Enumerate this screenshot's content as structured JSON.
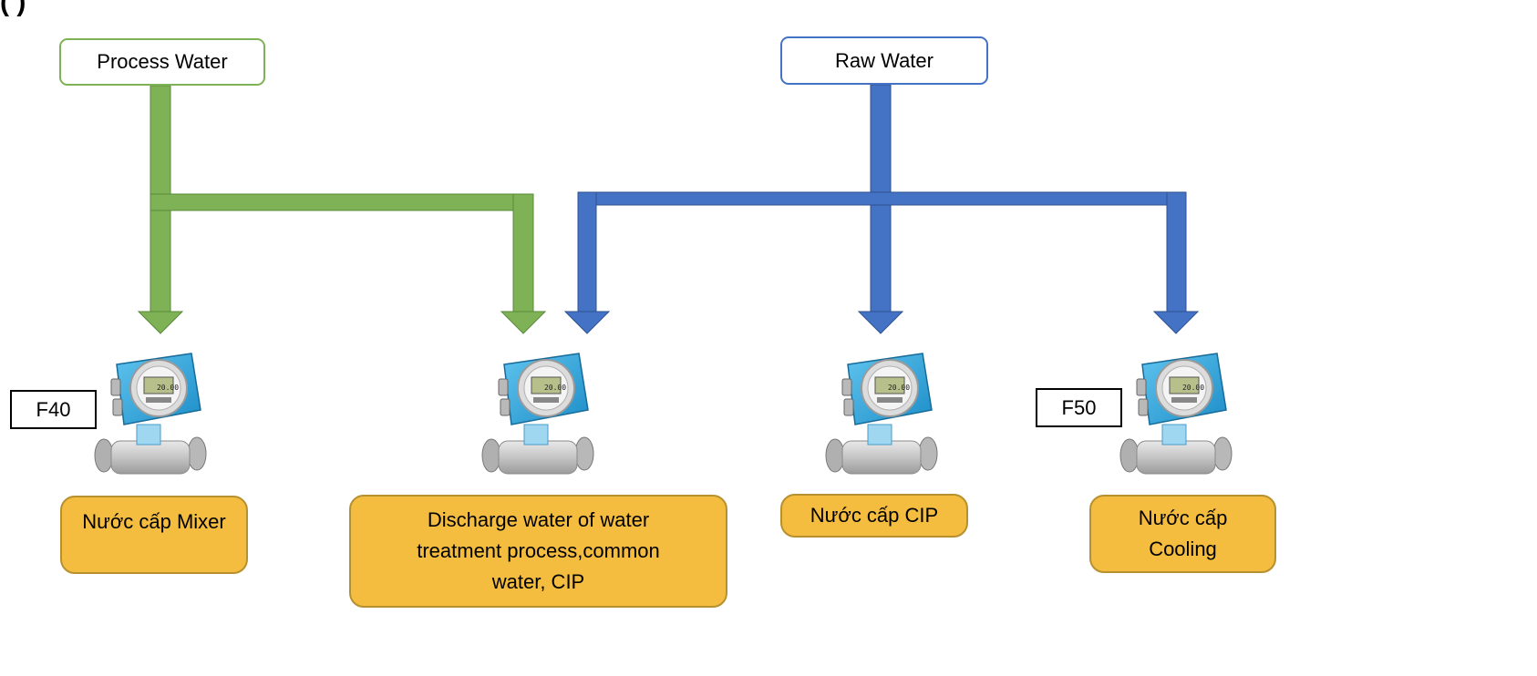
{
  "header": {
    "title_fragment": "(                      )"
  },
  "sources": {
    "process_water": {
      "label": "Process Water",
      "color": "#7fb257"
    },
    "raw_water": {
      "label": "Raw Water",
      "color": "#4472c4"
    }
  },
  "tags": {
    "f40": "F40",
    "f50": "F50"
  },
  "meters": [
    {
      "id": "meter-1",
      "display": "20.00"
    },
    {
      "id": "meter-2",
      "display": "20.00"
    },
    {
      "id": "meter-3",
      "display": "20.00"
    },
    {
      "id": "meter-4",
      "display": "20.00"
    }
  ],
  "destinations": {
    "mixer": "Nước cấp Mixer",
    "discharge": "Discharge water of water treatment process,common water, CIP",
    "cip": "Nước cấp CIP",
    "cooling": "Nước cấp Cooling"
  },
  "colors": {
    "pipe_green": "#7fb257",
    "pipe_green_edge": "#5a8a3a",
    "pipe_blue": "#4472c4",
    "pipe_blue_edge": "#2f528f",
    "destination_fill": "#f4bd40"
  }
}
